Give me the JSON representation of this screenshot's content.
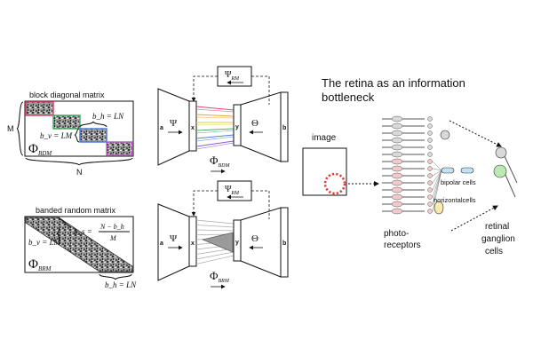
{
  "block_diag": {
    "title": "block diagonal matrix",
    "row_label": "M",
    "col_label": "N",
    "bh_label": "b_h = LN",
    "bv_label": "b_v = LM",
    "phi_label": "Φ",
    "phi_sub": "BDM",
    "block_colors": [
      "#d9486e",
      "#49b06a",
      "#4f7fd6",
      "#c15fc9"
    ]
  },
  "banded": {
    "title": "banded random matrix",
    "bs_label": "b_s =",
    "bs_num": "N − b_h",
    "bs_den": "M",
    "bv_label": "b_v = LM",
    "bh_label": "b_h = LN",
    "phi_label": "Φ",
    "phi_sub": "BRM"
  },
  "network_top": {
    "psi_rm": "Ψ",
    "psi_rm_sub": "RM",
    "left_in": "a",
    "psi": "Ψ",
    "x": "x",
    "y": "y",
    "theta": "Θ",
    "right_out": "b",
    "phi": "Φ",
    "phi_sub": "BDM",
    "line_colors": [
      "#d9486e",
      "#f0a23c",
      "#e6d23a",
      "#49b06a",
      "#4f7fd6",
      "#8a5fc9"
    ]
  },
  "network_bottom": {
    "psi_rm": "Ψ",
    "psi_rm_sub": "RM",
    "left_in": "a",
    "psi": "Ψ",
    "x": "x",
    "y": "y",
    "theta": "Θ",
    "right_out": "b",
    "phi": "Φ",
    "phi_sub": "BRM"
  },
  "retina": {
    "title_line1": "The retina as an information",
    "title_line2": "bottleneck",
    "image_label": "image",
    "photoreceptors_line1": "photo-",
    "photoreceptors_line2": "receptors",
    "bipolar_label": "bipolar cells",
    "horizontal_label": "horizontalcells",
    "ganglion_line1": "retinal",
    "ganglion_line2": "ganglion",
    "ganglion_line3": "cells",
    "receptor_color": "#f4c9c9",
    "rod_color": "#d9d9d9",
    "bipolar_color": "#bfe3f5",
    "ganglion_color": "#b9eab0",
    "horizontal_color": "#fbeab0",
    "spot_color": "#e23b3b"
  }
}
